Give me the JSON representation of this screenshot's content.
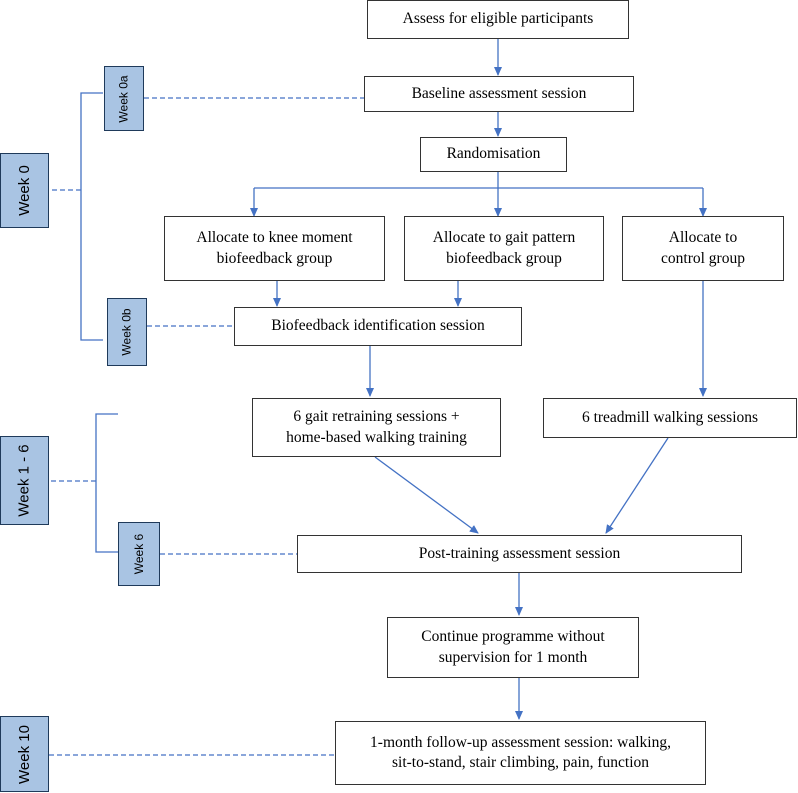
{
  "boxes": {
    "assess": "Assess for eligible participants",
    "baseline": "Baseline assessment session",
    "randomisation": "Randomisation",
    "knee_l1": "Allocate to knee moment",
    "knee_l2": "biofeedback group",
    "gait_l1": "Allocate to gait pattern",
    "gait_l2": "biofeedback group",
    "control_l1": "Allocate to",
    "control_l2": "control group",
    "biofeedback_id": "Biofeedback identification session",
    "gait_retrain_l1": "6 gait retraining sessions +",
    "gait_retrain_l2": "home-based walking training",
    "treadmill": "6 treadmill walking sessions",
    "post_training": "Post-training assessment session",
    "continue_l1": "Continue programme without",
    "continue_l2": "supervision for 1 month",
    "followup_l1": "1-month follow-up assessment session: walking,",
    "followup_l2": "sit-to-stand, stair climbing, pain, function"
  },
  "timeline": {
    "week_0": "Week 0",
    "week_0a": "Week 0a",
    "week_0b": "Week 0b",
    "week_1_6": "Week 1 - 6",
    "week_6": "Week 6",
    "week_10": "Week 10"
  },
  "colors": {
    "arrow": "#4472c4",
    "tag_fill": "#a9c4e3",
    "bracket": "#4472c4"
  }
}
